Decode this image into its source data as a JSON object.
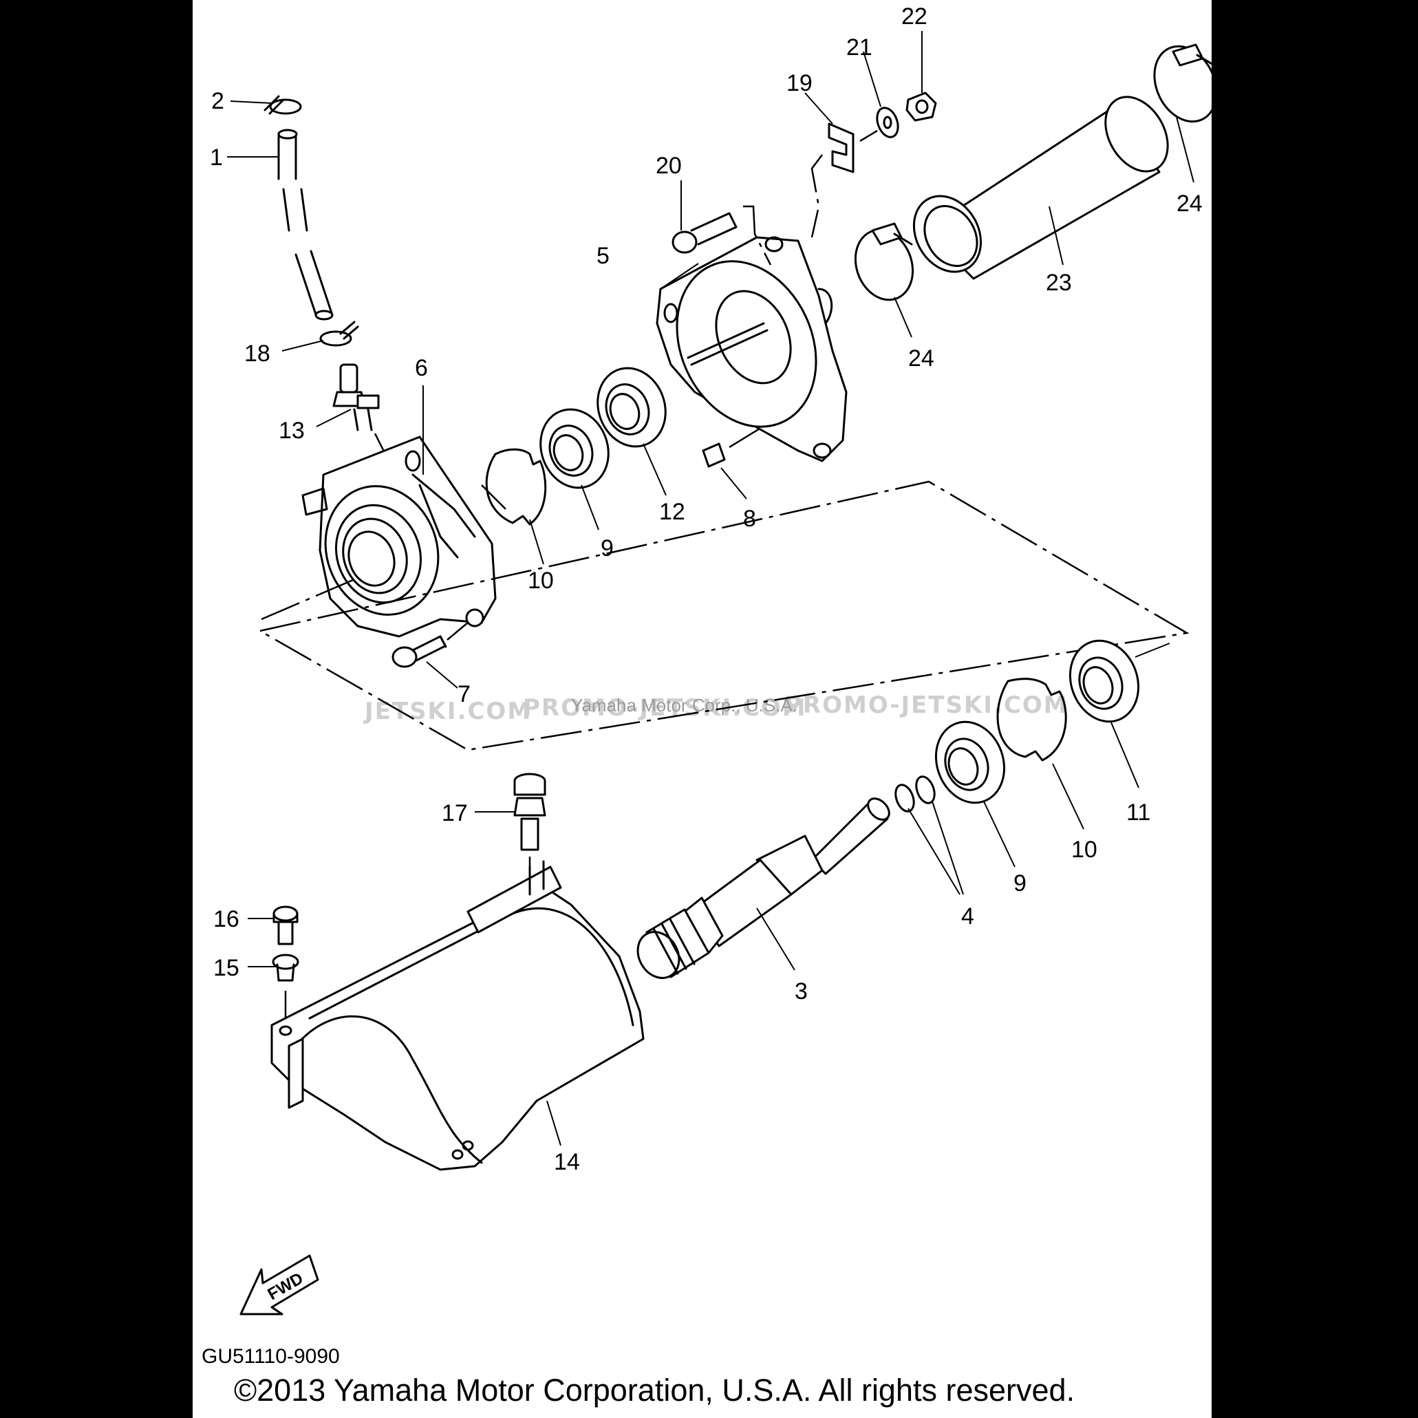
{
  "diagram": {
    "drawing_code": "GU51110-9090",
    "copyright": "©2013 Yamaha Motor Corporation, U.S.A. All rights reserved.",
    "fwd_label": "FWD",
    "watermarks": {
      "left": "JETSKI.COM",
      "middle": "PROMO-JETSKI.COM",
      "right": "PROMO-JETSKI.COM",
      "overlay": "Yamaha Motor Corp., U.S.A."
    },
    "callouts": [
      {
        "id": "c2",
        "label": "2"
      },
      {
        "id": "c1",
        "label": "1"
      },
      {
        "id": "c18",
        "label": "18"
      },
      {
        "id": "c13",
        "label": "13"
      },
      {
        "id": "c6",
        "label": "6"
      },
      {
        "id": "c7",
        "label": "7"
      },
      {
        "id": "c10a",
        "label": "10"
      },
      {
        "id": "c9a",
        "label": "9"
      },
      {
        "id": "c12",
        "label": "12"
      },
      {
        "id": "c8",
        "label": "8"
      },
      {
        "id": "c5",
        "label": "5"
      },
      {
        "id": "c20",
        "label": "20"
      },
      {
        "id": "c19",
        "label": "19"
      },
      {
        "id": "c21",
        "label": "21"
      },
      {
        "id": "c22",
        "label": "22"
      },
      {
        "id": "c24a",
        "label": "24"
      },
      {
        "id": "c24b",
        "label": "24"
      },
      {
        "id": "c23",
        "label": "23"
      },
      {
        "id": "c17",
        "label": "17"
      },
      {
        "id": "c16",
        "label": "16"
      },
      {
        "id": "c15",
        "label": "15"
      },
      {
        "id": "c14",
        "label": "14"
      },
      {
        "id": "c3",
        "label": "3"
      },
      {
        "id": "c4",
        "label": "4"
      },
      {
        "id": "c9b",
        "label": "9"
      },
      {
        "id": "c10b",
        "label": "10"
      },
      {
        "id": "c11",
        "label": "11"
      }
    ]
  }
}
